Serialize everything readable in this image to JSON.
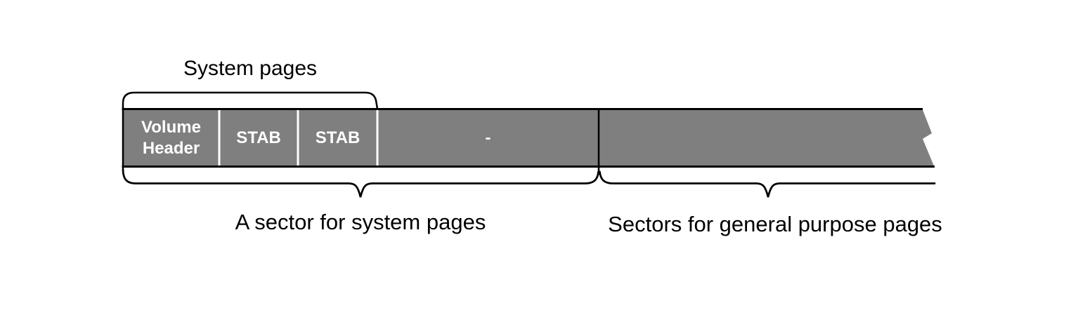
{
  "colors": {
    "bar_fill": "#7f7f7f",
    "bar_cell_text": "#ffffff",
    "outline": "#000000",
    "label_text": "#000000",
    "background": "#ffffff"
  },
  "top_bracket": {
    "label": "System pages"
  },
  "bar": {
    "cells": [
      {
        "label": "Volume Header"
      },
      {
        "label": "STAB"
      },
      {
        "label": "STAB"
      },
      {
        "label": "-"
      },
      {
        "label": ""
      }
    ]
  },
  "bottom_braces": [
    {
      "label": "A sector for system pages"
    },
    {
      "label": "Sectors for general purpose pages"
    }
  ]
}
